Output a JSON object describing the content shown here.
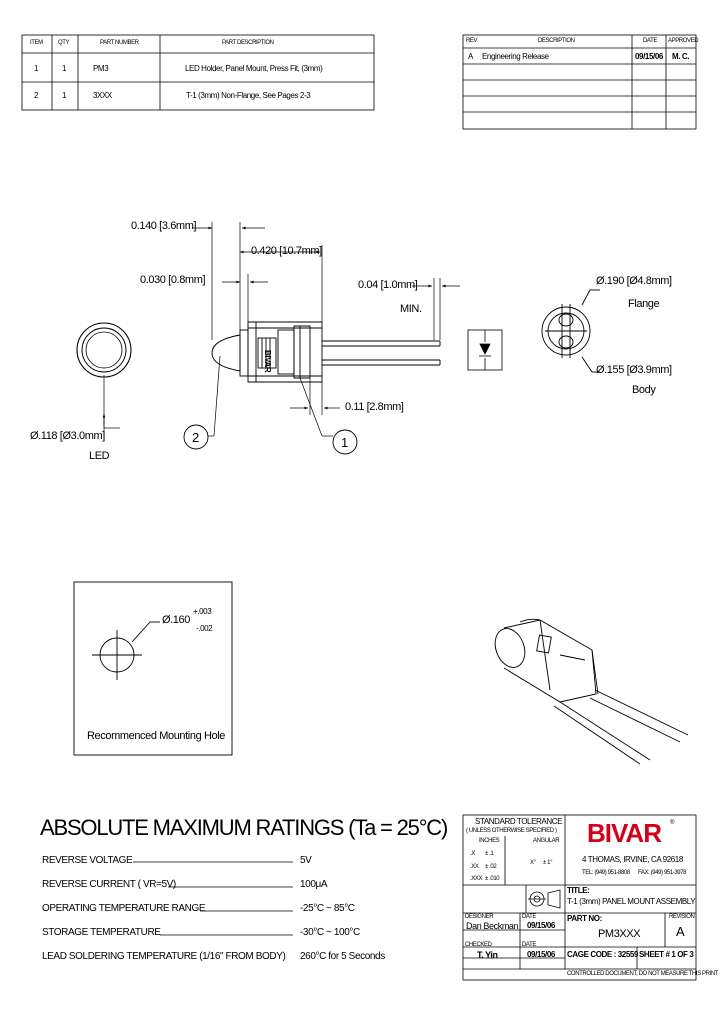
{
  "bom": {
    "headers": [
      "ITEM",
      "QTY",
      "PART NUMBER",
      "PART DESCRIPTION"
    ],
    "rows": [
      {
        "item": "1",
        "qty": "1",
        "part": "PM3",
        "desc": "LED Holder, Panel Mount, Press Fit, (3mm)"
      },
      {
        "item": "2",
        "qty": "1",
        "part": "3XXX",
        "desc": "T-1 (3mm) Non-Flange, See Pages 2-3"
      }
    ]
  },
  "revisions": {
    "headers": [
      "REV",
      "DESCRIPTION",
      "DATE",
      "APPROVED"
    ],
    "rows": [
      {
        "rev": "A",
        "desc": "Engineering Release",
        "date": "09/15/06",
        "approved": "M. C."
      }
    ]
  },
  "dims": {
    "d1": "0.140 [3.6mm]",
    "d2": "0.420 [10.7mm]",
    "d3": "0.030 [0.8mm]",
    "d4": "0.04 [1.0mm]",
    "d4_min": "MIN.",
    "d5": "0.11 [2.8mm]",
    "d6": "Ø.118 [Ø3.0mm]",
    "d6_label": "LED",
    "d7": "Ø.190 [Ø4.8mm]",
    "d7_label": "Flange",
    "d8": "Ø.155 [Ø3.9mm]",
    "d8_label": "Body",
    "balloon1": "1",
    "balloon2": "2",
    "brand_on_part": "BIVAR"
  },
  "mount_hole": {
    "dia": "Ø.160",
    "tol_plus": "+.003",
    "tol_minus": "-.002",
    "caption": "Recommenced Mounting Hole"
  },
  "ratings": {
    "title": "ABSOLUTE MAXIMUM RATINGS (Ta = 25°C)",
    "rows": [
      {
        "label": "REVERSE VOLTAGE",
        "value": "5V"
      },
      {
        "label": "REVERSE CURRENT ( VR=5V)",
        "value": "100μA"
      },
      {
        "label": "OPERATING TEMPERATURE RANGE",
        "value": "-25°C ~ 85°C"
      },
      {
        "label": "STORAGE TEMPERATURE",
        "value": "-30°C ~ 100°C"
      },
      {
        "label": "LEAD SOLDERING TEMPERATURE (1/16\" FROM BODY)",
        "value": "260°C for 5 Seconds"
      }
    ]
  },
  "titleblock": {
    "std_tol": "STANDARD TOLERANCE",
    "unless": "( UNLESS OTHERWISE SPECIFIED )",
    "inches_h": "INCHES",
    "angular_h": "ANGULAR",
    "tol_x": ".X",
    "tol_x_v": "± .1",
    "tol_xx": ".XX",
    "tol_xx_v": "± .02",
    "tol_xxx": ".XXX",
    "tol_xxx_v": "± .010",
    "ang_x": "X°",
    "ang_v": "± 1°",
    "logo": "BIVAR",
    "reg": "®",
    "address": "4 THOMAS, IRVINE, CA 92618",
    "phone": "TEL: (949) 951-8808",
    "fax": "FAX: (949) 951-3978",
    "drawn_h": "DESIGNER",
    "drawn": "Dan Beckman",
    "date_h": "DATE",
    "drawn_date": "09/15/06",
    "checked_h": "CHECKED",
    "checked": "T. Yin",
    "checked_date": "09/15/06",
    "title_h": "TITLE:",
    "title": "T-1 (3mm) PANEL MOUNT ASSEMBLY",
    "partno_h": "PART NO:",
    "partno": "PM3XXX",
    "revision_h": "REVISION",
    "revision": "A",
    "cage": "CAGE CODE : 32559",
    "sheet": "SHEET # 1 OF 3",
    "notice": "CONTROLLED DOCUMENT, DO NOT MEASURE THIS PRINT"
  }
}
